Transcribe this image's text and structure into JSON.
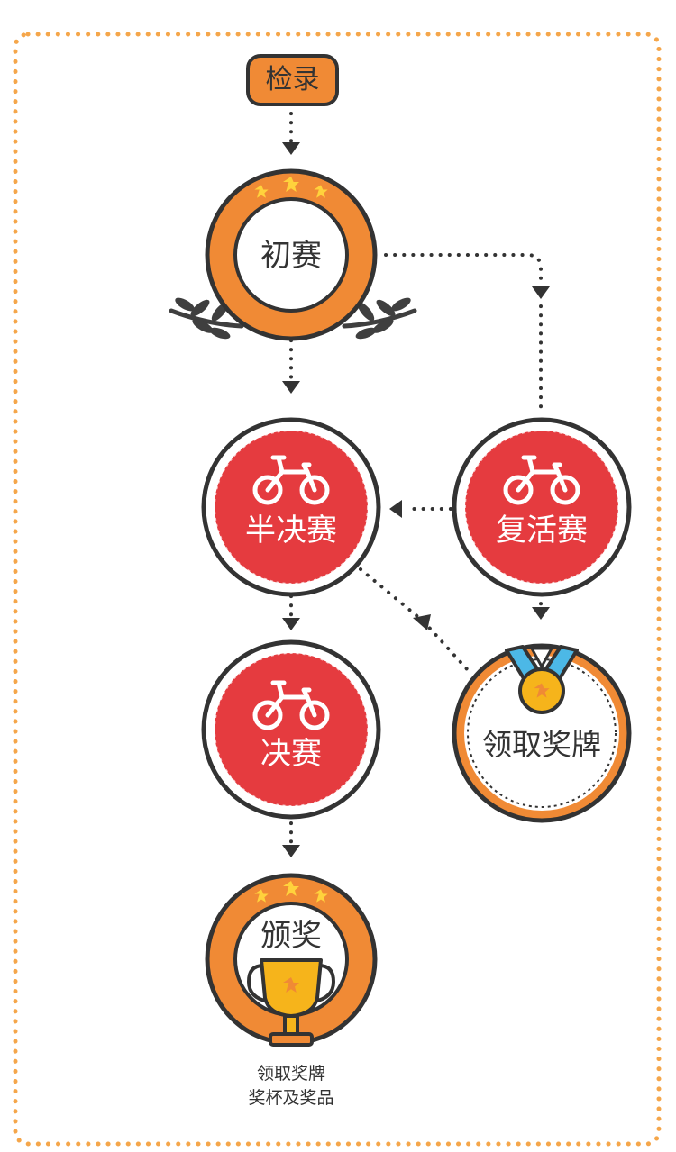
{
  "colors": {
    "orange": "#f08a35",
    "red": "#e53b3f",
    "dark": "#333333",
    "leaf": "#3f3f3f",
    "star": "#ffd23c",
    "gold": "#f6b41b",
    "ribbon": "#4cb8e6",
    "white": "#ffffff",
    "border_dots": "#f5a64a"
  },
  "icons": {
    "bike": "bicycle-icon",
    "medal": "medal-icon",
    "trophy": "trophy-icon",
    "laurel": "laurel-icon",
    "star": "star-icon"
  },
  "nodes": {
    "checkin": {
      "label": "检录"
    },
    "preliminary": {
      "label": "初赛"
    },
    "semifinal": {
      "label": "半决赛"
    },
    "repechage": {
      "label": "复活赛"
    },
    "final": {
      "label": "决赛"
    },
    "medal": {
      "label": "领取奖牌"
    },
    "award": {
      "label": "颁奖",
      "caption_line1": "领取奖牌",
      "caption_line2": "奖杯及奖品"
    }
  }
}
